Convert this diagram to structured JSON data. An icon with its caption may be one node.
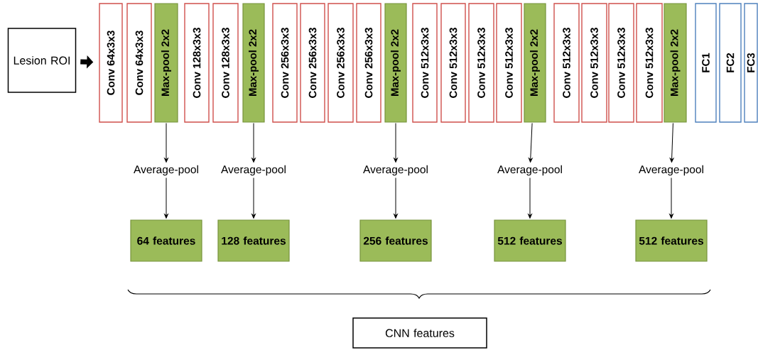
{
  "diagram": {
    "nodes": [
      {
        "text": [
          "Lesion ROI"
        ]
      },
      {
        "text": [
          "Conv 64x3x3"
        ]
      },
      {
        "text": [
          "Conv 64x3x3"
        ]
      },
      {
        "text": [
          "Max-pool 2x2"
        ]
      },
      {
        "text": [
          "Conv 128x3x3"
        ]
      },
      {
        "text": [
          "Conv 128x3x3"
        ]
      },
      {
        "text": [
          "Max-pool 2x2"
        ]
      },
      {
        "text": [
          "Conv 256x3x3"
        ]
      },
      {
        "text": [
          "Conv 256x3x3"
        ]
      },
      {
        "text": [
          "Conv 256x3x3"
        ]
      },
      {
        "text": [
          "Conv 256x3x3"
        ]
      },
      {
        "text": [
          "Max-pool 2x2"
        ]
      },
      {
        "text": [
          "Conv 512x3x3"
        ]
      },
      {
        "text": [
          "Conv 512x3x3"
        ]
      },
      {
        "text": [
          "Conv 512x3x3"
        ]
      },
      {
        "text": [
          "Conv 512x3x3"
        ]
      },
      {
        "text": [
          "Max-pool 2x2"
        ]
      },
      {
        "text": [
          "Conv 512x3x3"
        ]
      },
      {
        "text": [
          "Conv 512x3x3"
        ]
      },
      {
        "text": [
          "Conv 512x3x3"
        ]
      },
      {
        "text": [
          "Conv 512x3x3"
        ]
      },
      {
        "text": [
          "Max-pool 2x2"
        ]
      },
      {
        "text": [
          "FC1"
        ]
      },
      {
        "text": [
          "FC2"
        ]
      },
      {
        "text": [
          "FC3"
        ]
      },
      {
        "text": [
          "Average-pool"
        ]
      },
      {
        "text": [
          "Average-pool"
        ]
      },
      {
        "text": [
          "Average-pool"
        ]
      },
      {
        "text": [
          "Average-pool"
        ]
      },
      {
        "text": [
          "Average-pool"
        ]
      },
      {
        "text": [
          "64 features"
        ]
      },
      {
        "text": [
          "128 features"
        ]
      },
      {
        "text": [
          "256 features"
        ]
      },
      {
        "text": [
          "512 features"
        ]
      },
      {
        "text": [
          "512 features"
        ]
      },
      {
        "text": [
          "CNN features"
        ]
      }
    ],
    "edges": [
      {
        "from": 0,
        "to": 1,
        "arrow": "to",
        "style": "thick"
      },
      {
        "from": 3,
        "to": 25,
        "arrow": "to"
      },
      {
        "from": 25,
        "to": 30,
        "arrow": "to"
      },
      {
        "from": 6,
        "to": 26,
        "arrow": "to"
      },
      {
        "from": 26,
        "to": 31,
        "arrow": "to"
      },
      {
        "from": 11,
        "to": 27,
        "arrow": "to"
      },
      {
        "from": 27,
        "to": 32,
        "arrow": "to"
      },
      {
        "from": 16,
        "to": 28,
        "arrow": "to"
      },
      {
        "from": 28,
        "to": 33,
        "arrow": "to"
      },
      {
        "from": 21,
        "to": 29,
        "arrow": "to"
      },
      {
        "from": 29,
        "to": 34,
        "arrow": "to"
      }
    ]
  }
}
